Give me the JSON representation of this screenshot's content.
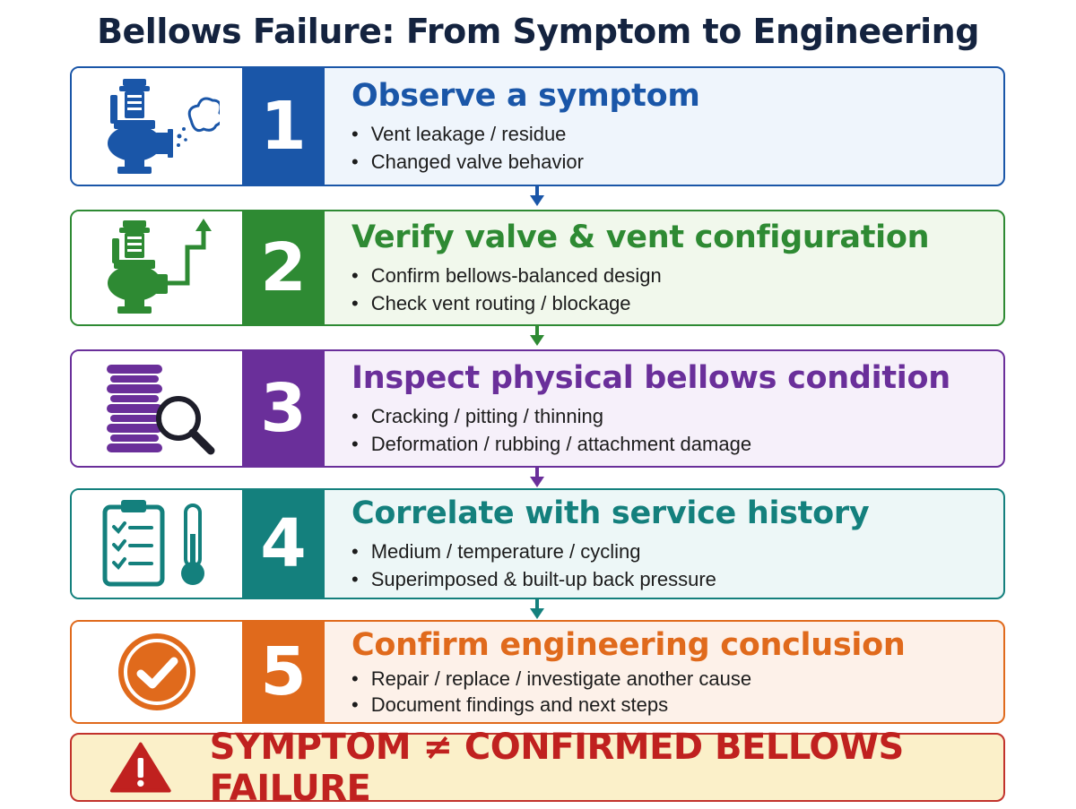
{
  "title": "Bellows Failure: From Symptom to Engineering Conclusion",
  "steps": [
    {
      "number": "1",
      "heading": "Observe a symptom",
      "icon": "relief-valve-leak-icon",
      "color": "#1a56a8",
      "bullets": [
        "Vent leakage / residue",
        "Changed valve behavior"
      ]
    },
    {
      "number": "2",
      "heading": "Verify valve & vent configuration",
      "icon": "valve-vent-routing-icon",
      "color": "#2e8a33",
      "bullets": [
        "Confirm bellows-balanced design",
        "Check vent routing / blockage"
      ]
    },
    {
      "number": "3",
      "heading": "Inspect physical bellows condition",
      "icon": "bellows-magnifier-icon",
      "color": "#6a2f9a",
      "bullets": [
        "Cracking / pitting / thinning",
        "Deformation / rubbing / attachment damage"
      ]
    },
    {
      "number": "4",
      "heading": "Correlate with service history",
      "icon": "clipboard-thermometer-icon",
      "color": "#14807d",
      "bullets": [
        "Medium / temperature / cycling",
        "Superimposed & built-up back pressure"
      ]
    },
    {
      "number": "5",
      "heading": "Confirm engineering conclusion",
      "icon": "check-circle-icon",
      "color": "#e06a1c",
      "bullets": [
        "Repair / replace / investigate another cause",
        "Document findings and next steps"
      ]
    }
  ],
  "warning": {
    "text": "SYMPTOM ≠ CONFIRMED BELLOWS FAILURE",
    "icon": "warning-triangle-icon",
    "color": "#c0211f"
  }
}
